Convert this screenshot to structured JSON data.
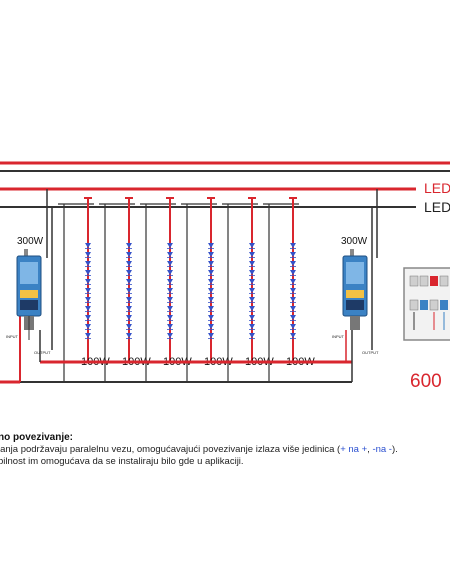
{
  "diagram": {
    "top_label_red": "LED",
    "top_label_black": "LED",
    "psu_left_rating": "300W",
    "psu_right_rating": "300W",
    "psu_input_label": "INPUT",
    "psu_output_label": "OUTPUT",
    "strip_ratings": [
      "100W",
      "100W",
      "100W",
      "100W",
      "100W",
      "100W"
    ],
    "total_power": "600",
    "colors": {
      "positive_wire": "#d9262e",
      "negative_wire": "#333333",
      "led": "#3552c8",
      "accent_text": "#d9262e",
      "psu_body": "#3b82c4"
    }
  },
  "description": {
    "heading": "no povezivanje:",
    "line1_prefix": "janja podržavaju paralelnu vezu, omogućavajući povezivanje izlaza više jedinica (",
    "line1_plus": "+ na +",
    "line1_sep": ", ",
    "line1_minus": "-na -",
    "line1_suffix": ").",
    "line2": "bilnost im omogućava da se instaliraju bilo gde u aplikaciji."
  }
}
